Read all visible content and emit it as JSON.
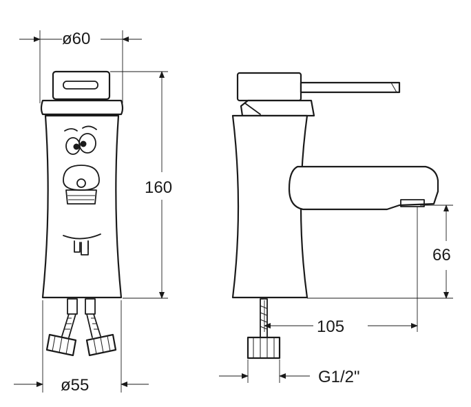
{
  "dimensions": {
    "top_diameter": "ø60",
    "bottom_diameter": "ø55",
    "height": "160",
    "spout_height": "66",
    "spout_reach": "105",
    "thread": "G1/2\""
  },
  "colors": {
    "line": "#1a1a1a",
    "background": "#ffffff"
  }
}
